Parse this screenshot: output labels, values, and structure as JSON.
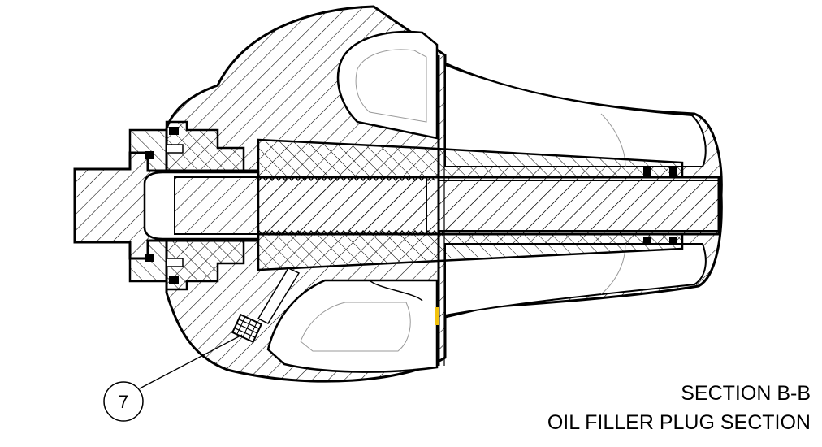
{
  "drawing": {
    "balloon_number": "7",
    "section_title": "SECTION  B-B",
    "section_subtitle": "OIL FILLER PLUG SECTION"
  },
  "colors": {
    "line": "#000000",
    "background": "#ffffff",
    "accent": "#f2c20c"
  }
}
